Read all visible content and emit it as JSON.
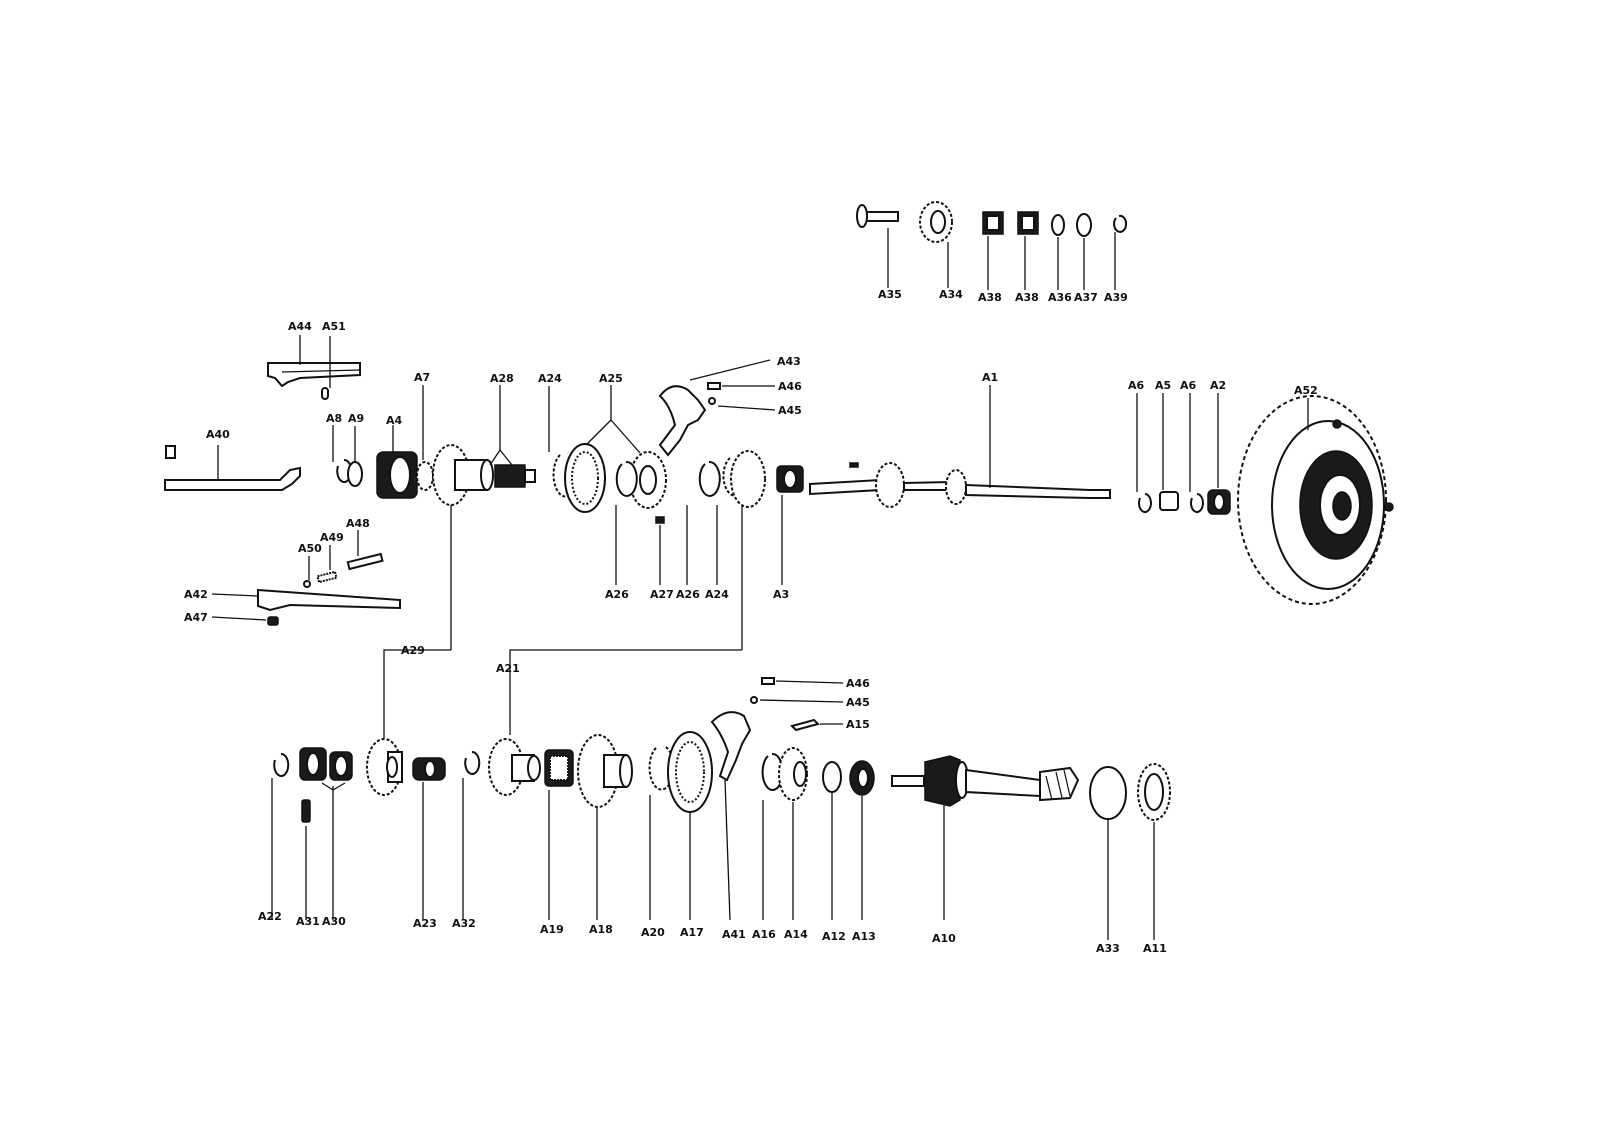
{
  "diagram": {
    "labels": {
      "A1": "A1",
      "A2": "A2",
      "A3": "A3",
      "A4": "A4",
      "A5": "A5",
      "A6a": "A6",
      "A6b": "A6",
      "A7": "A7",
      "A8": "A8",
      "A9": "A9",
      "A10": "A10",
      "A11": "A11",
      "A12": "A12",
      "A13": "A13",
      "A14": "A14",
      "A15": "A15",
      "A16": "A16",
      "A17": "A17",
      "A18": "A18",
      "A19": "A19",
      "A20": "A20",
      "A21": "A21",
      "A22": "A22",
      "A23": "A23",
      "A24a": "A24",
      "A24b": "A24",
      "A25": "A25",
      "A26a": "A26",
      "A26b": "A26",
      "A27": "A27",
      "A28": "A28",
      "A29": "A29",
      "A30": "A30",
      "A31": "A31",
      "A32": "A32",
      "A33": "A33",
      "A34": "A34",
      "A35": "A35",
      "A36": "A36",
      "A37": "A37",
      "A38a": "A38",
      "A38b": "A38",
      "A39": "A39",
      "A40": "A40",
      "A41": "A41",
      "A42": "A42",
      "A43": "A43",
      "A44": "A44",
      "A45a": "A45",
      "A45b": "A45",
      "A46a": "A46",
      "A46b": "A46",
      "A47": "A47",
      "A48": "A48",
      "A49": "A49",
      "A50": "A50",
      "A51": "A51",
      "A52": "A52"
    }
  }
}
